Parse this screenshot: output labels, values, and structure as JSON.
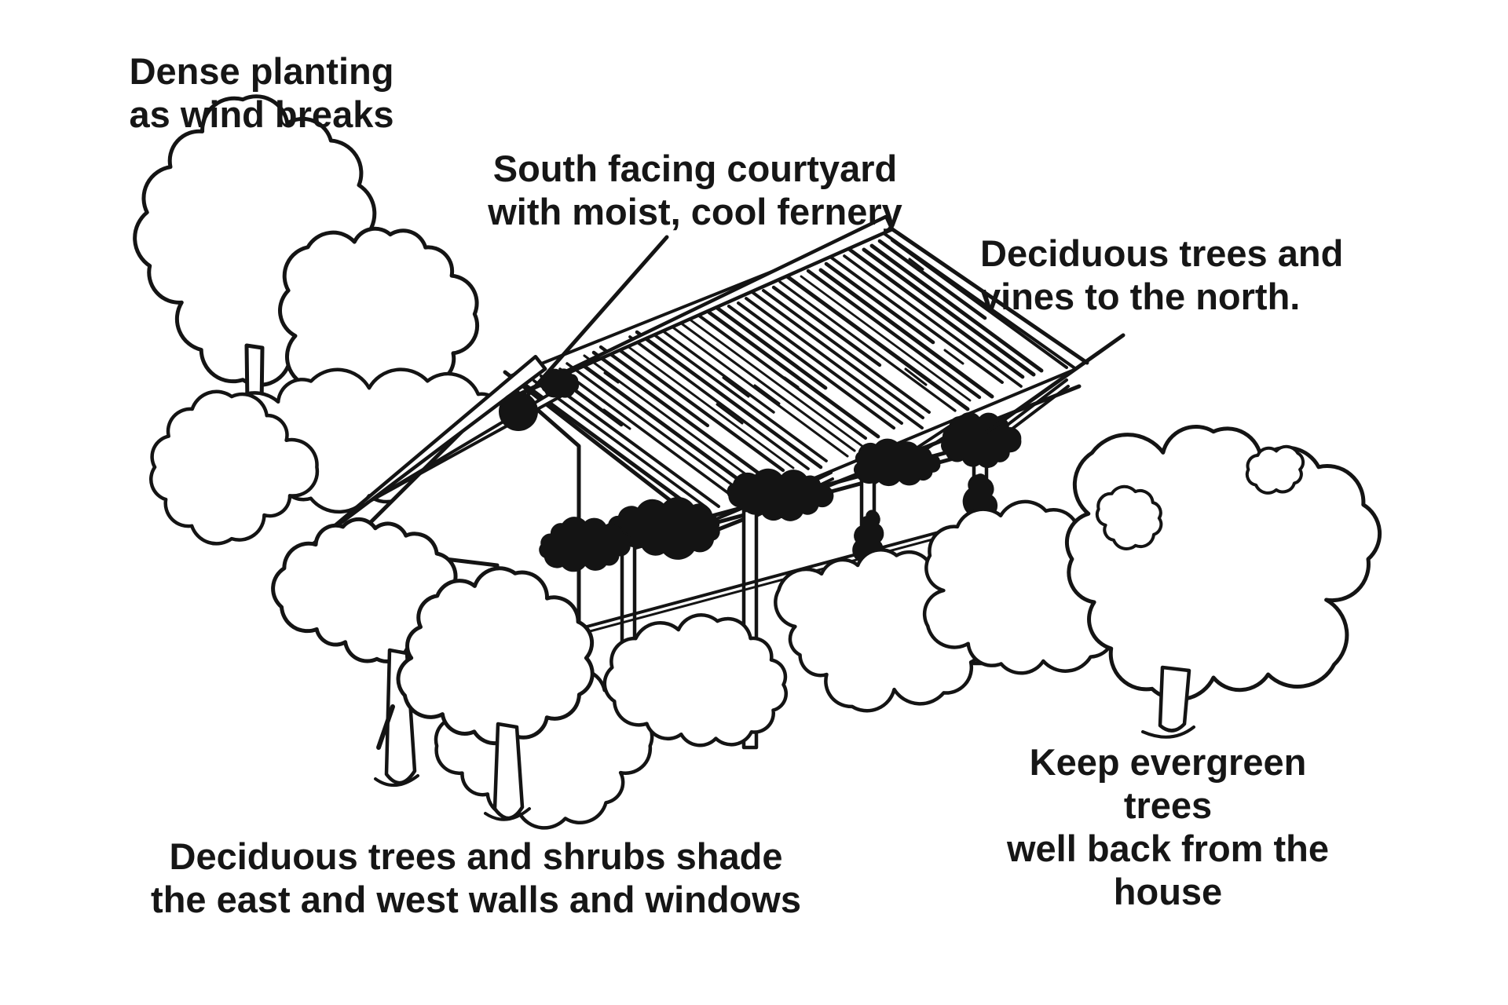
{
  "figure": {
    "paper_color": "#ffffff",
    "ink_color": "#141414",
    "labels": {
      "dense_planting": "Dense planting\nas wind breaks",
      "courtyard": "South facing courtyard\nwith moist, cool fernery",
      "north_vines": "Deciduous trees and\nvines to the north.",
      "evergreen": "Keep evergreen trees\nwell back from the house",
      "shade_walls": "Deciduous trees and shrubs shade\nthe east and west walls and windows"
    },
    "callouts": {
      "courtyard_dot": "filled circle on roof ridge near courtyard",
      "vines_dot": "filled vine mass at pergola corner"
    }
  },
  "labels": {
    "dense_planting": "Dense planting\nas wind breaks",
    "courtyard": "South facing courtyard\nwith moist, cool fernery",
    "north_vines": "Deciduous trees and\nvines to the north.",
    "evergreen": "Keep evergreen trees\nwell back from the house",
    "shade_walls": "Deciduous trees and shrubs shade\nthe east and west walls and windows"
  }
}
